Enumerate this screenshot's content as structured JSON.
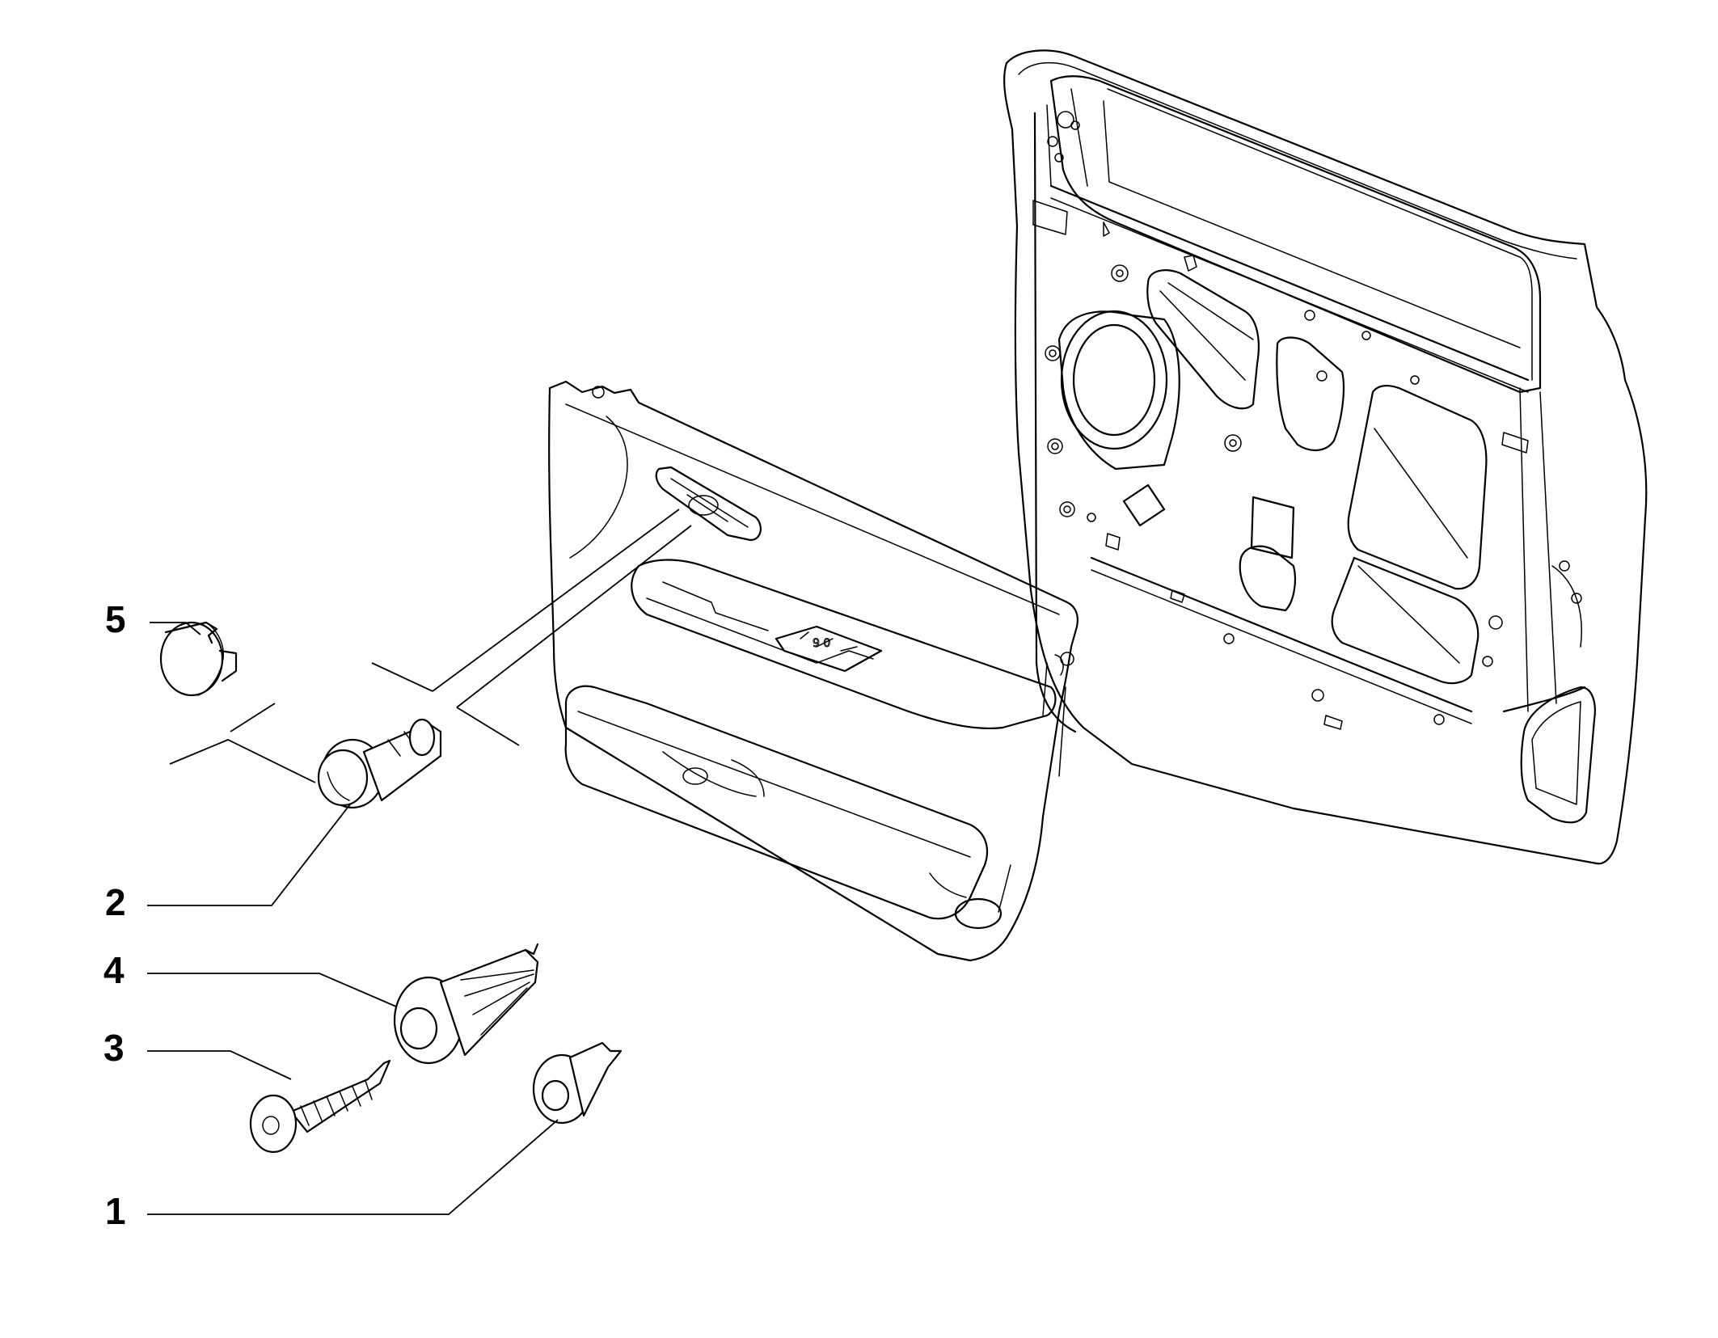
{
  "diagram": {
    "callouts": [
      {
        "id": "1",
        "label": "1"
      },
      {
        "id": "2",
        "label": "2"
      },
      {
        "id": "3",
        "label": "3"
      },
      {
        "id": "4",
        "label": "4"
      },
      {
        "id": "5",
        "label": "5"
      }
    ],
    "parts": [
      {
        "name": "door-inner-panel"
      },
      {
        "name": "door-trim-panel"
      },
      {
        "name": "cap",
        "callout": "5"
      },
      {
        "name": "stud-fastener",
        "callout": "2"
      },
      {
        "name": "plastic-clip",
        "callout": "4"
      },
      {
        "name": "self-tapping-screw",
        "callout": "3"
      },
      {
        "name": "push-clip",
        "callout": "1"
      }
    ],
    "colors": {
      "line": "#000000",
      "background": "#ffffff"
    }
  }
}
